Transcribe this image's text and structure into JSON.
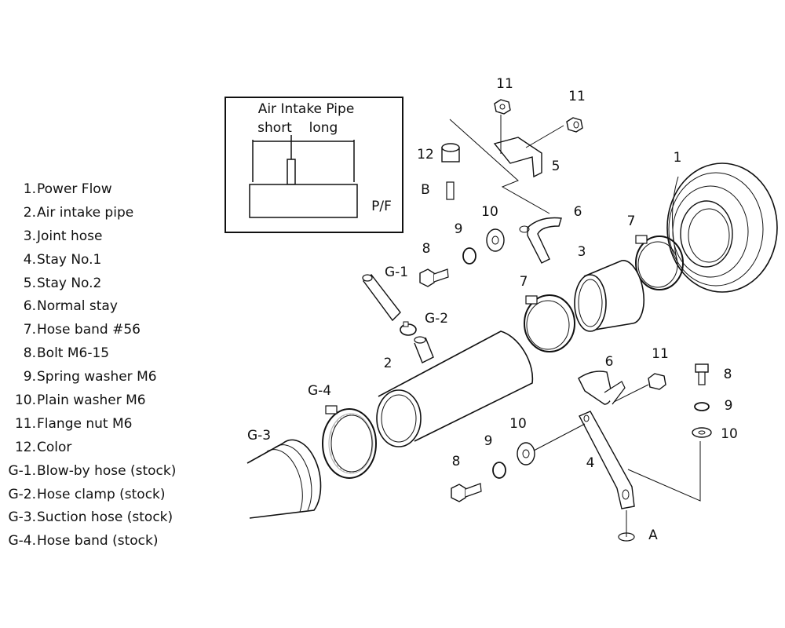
{
  "legend": [
    {
      "num": "1.",
      "label": "Power Flow"
    },
    {
      "num": "2.",
      "label": "Air intake pipe"
    },
    {
      "num": "3.",
      "label": "Joint hose"
    },
    {
      "num": "4.",
      "label": "Stay No.1"
    },
    {
      "num": "5.",
      "label": "Stay No.2"
    },
    {
      "num": "6.",
      "label": "Normal stay"
    },
    {
      "num": "7.",
      "label": "Hose band #56"
    },
    {
      "num": "8.",
      "label": "Bolt M6-15"
    },
    {
      "num": "9.",
      "label": "Spring washer M6"
    },
    {
      "num": "10.",
      "label": "Plain  washer M6"
    },
    {
      "num": "11.",
      "label": "Flange nut M6"
    },
    {
      "num": "12.",
      "label": "Color"
    },
    {
      "num": "G-1.",
      "label": "Blow-by hose (stock)"
    },
    {
      "num": "G-2.",
      "label": "Hose clamp (stock)"
    },
    {
      "num": "G-3.",
      "label": "Suction hose (stock)"
    },
    {
      "num": "G-4.",
      "label": "Hose band (stock)"
    }
  ],
  "inset": {
    "title": "Air Intake Pipe",
    "short": "short",
    "long": "long",
    "pf": "P/F"
  },
  "callouts": {
    "c11a": "11",
    "c11b": "11",
    "c12": "12",
    "cB": "B",
    "c5": "5",
    "c1": "1",
    "c10a": "10",
    "c6a": "6",
    "c9a": "9",
    "c8a": "8",
    "c7a": "7",
    "c3": "3",
    "cG1": "G-1",
    "cG2": "G-2",
    "c7b": "7",
    "c2": "2",
    "c11c": "11",
    "c6b": "6",
    "c8b": "8",
    "cG4": "G-4",
    "c9b": "9",
    "c10b": "10",
    "cG3": "G-3",
    "c10c": "10",
    "c9c": "9",
    "c8c": "8",
    "c4": "4",
    "cA": "A"
  }
}
